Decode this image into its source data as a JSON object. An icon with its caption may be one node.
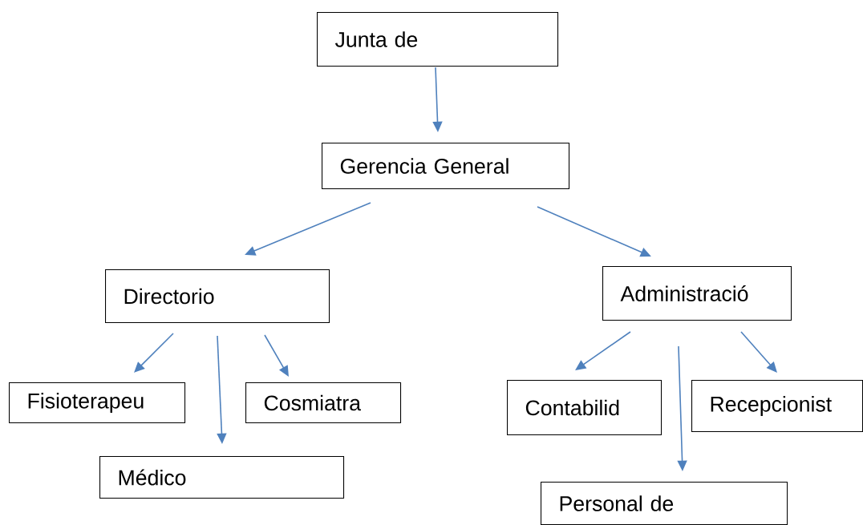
{
  "diagram": {
    "nodes": [
      {
        "text": [
          "Junta de"
        ]
      },
      {
        "text": [
          "Gerencia General"
        ]
      },
      {
        "text": [
          "Directorio"
        ]
      },
      {
        "text": [
          "Administració"
        ]
      },
      {
        "text": [
          "Fisioterapeu"
        ]
      },
      {
        "text": [
          "Cosmiatra"
        ]
      },
      {
        "text": [
          "Contabilid"
        ]
      },
      {
        "text": [
          "Recepcionist"
        ]
      },
      {
        "text": [
          "Médico"
        ]
      },
      {
        "text": [
          "Personal de"
        ]
      }
    ],
    "edges": [
      {
        "from": 0,
        "to": 1,
        "arrow": "to"
      },
      {
        "from": 1,
        "to": 2,
        "arrow": "to"
      },
      {
        "from": 1,
        "to": 3,
        "arrow": "to"
      },
      {
        "from": 2,
        "to": 4,
        "arrow": "to"
      },
      {
        "from": 2,
        "to": 8,
        "arrow": "to"
      },
      {
        "from": 2,
        "to": 5,
        "arrow": "to"
      },
      {
        "from": 3,
        "to": 6,
        "arrow": "to"
      },
      {
        "from": 3,
        "to": 9,
        "arrow": "to"
      },
      {
        "from": 3,
        "to": 7,
        "arrow": "to"
      }
    ]
  }
}
